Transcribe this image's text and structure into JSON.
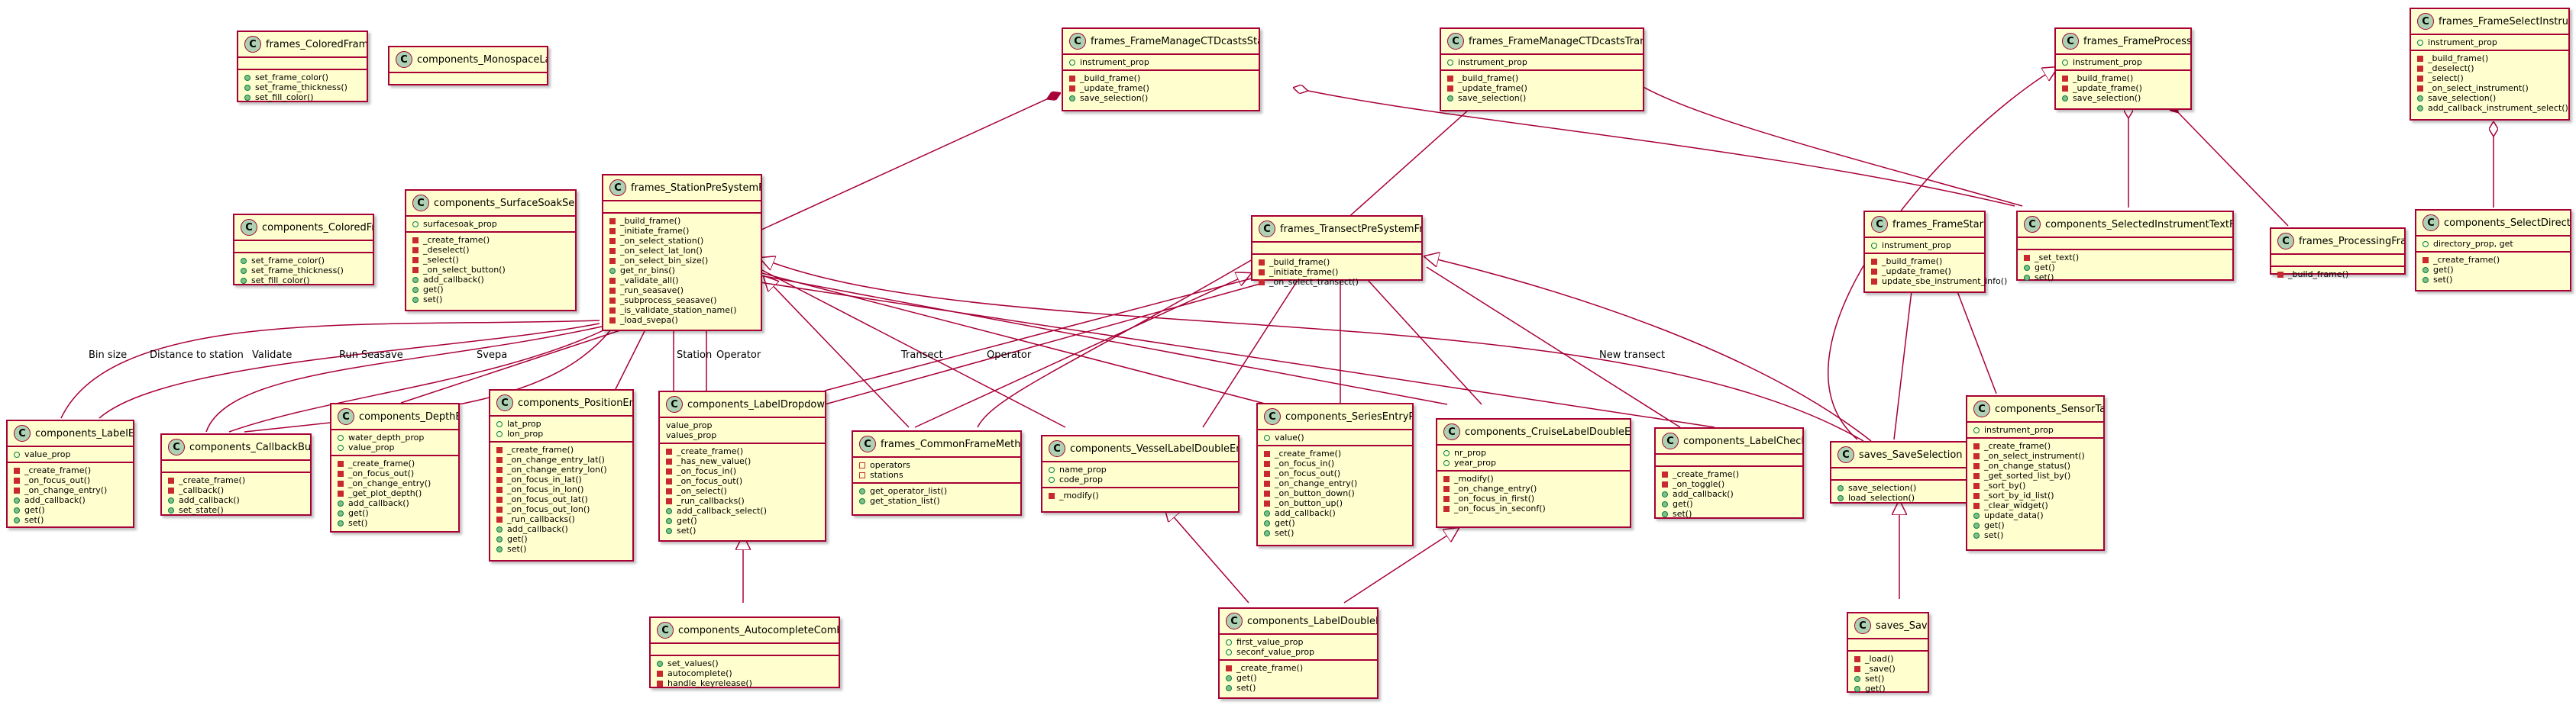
{
  "classes": {
    "colored_frame_top": {
      "name": "frames_ColoredFrame",
      "fields": [],
      "methods": [
        {
          "v": "pub",
          "t": "set_frame_color()"
        },
        {
          "v": "pub",
          "t": "set_frame_thickness()"
        },
        {
          "v": "pub",
          "t": "set_fill_color()"
        }
      ]
    },
    "monospace_label": {
      "name": "components_MonospaceLabel",
      "fields": [],
      "methods": []
    },
    "manage_station": {
      "name": "frames_FrameManageCTDcastsStation",
      "fields": [
        {
          "v": "pubo",
          "t": "instrument_prop"
        }
      ],
      "methods": [
        {
          "v": "priv",
          "t": "_build_frame()"
        },
        {
          "v": "priv",
          "t": "_update_frame()"
        },
        {
          "v": "pub",
          "t": "save_selection()"
        }
      ]
    },
    "manage_transect": {
      "name": "frames_FrameManageCTDcastsTransect",
      "fields": [
        {
          "v": "pubo",
          "t": "instrument_prop"
        }
      ],
      "methods": [
        {
          "v": "priv",
          "t": "_build_frame()"
        },
        {
          "v": "priv",
          "t": "_update_frame()"
        },
        {
          "v": "pub",
          "t": "save_selection()"
        }
      ]
    },
    "frame_processing": {
      "name": "frames_FrameProcessing",
      "fields": [
        {
          "v": "pubo",
          "t": "instrument_prop"
        }
      ],
      "methods": [
        {
          "v": "priv",
          "t": "_build_frame()"
        },
        {
          "v": "priv",
          "t": "_update_frame()"
        },
        {
          "v": "pub",
          "t": "save_selection()"
        }
      ]
    },
    "select_instrument": {
      "name": "frames_FrameSelectInstrument",
      "fields": [
        {
          "v": "pubo",
          "t": "instrument_prop"
        }
      ],
      "methods": [
        {
          "v": "priv",
          "t": "_build_frame()"
        },
        {
          "v": "priv",
          "t": "_deselect()"
        },
        {
          "v": "priv",
          "t": "_select()"
        },
        {
          "v": "priv",
          "t": "_on_select_instrument()"
        },
        {
          "v": "pub",
          "t": "save_selection()"
        },
        {
          "v": "pub",
          "t": "add_callback_instrument_select()"
        }
      ]
    },
    "surface_soak": {
      "name": "components_SurfaceSoakSelector",
      "fields": [
        {
          "v": "pubo",
          "t": "surfacesoak_prop"
        }
      ],
      "methods": [
        {
          "v": "priv",
          "t": "_create_frame()"
        },
        {
          "v": "priv",
          "t": "_deselect()"
        },
        {
          "v": "priv",
          "t": "_select()"
        },
        {
          "v": "priv",
          "t": "_on_select_button()"
        },
        {
          "v": "pub",
          "t": "add_callback()"
        },
        {
          "v": "pub",
          "t": "get()"
        },
        {
          "v": "pub",
          "t": "set()"
        }
      ]
    },
    "colored_frame_comp": {
      "name": "components_ColoredFrame",
      "fields": [],
      "methods": [
        {
          "v": "pub",
          "t": "set_frame_color()"
        },
        {
          "v": "pub",
          "t": "set_frame_thickness()"
        },
        {
          "v": "pub",
          "t": "set_fill_color()"
        }
      ]
    },
    "station_presystem": {
      "name": "frames_StationPreSystemFrame",
      "fields": [],
      "methods": [
        {
          "v": "priv",
          "t": "_build_frame()"
        },
        {
          "v": "priv",
          "t": "_initiate_frame()"
        },
        {
          "v": "priv",
          "t": "_on_select_station()"
        },
        {
          "v": "priv",
          "t": "_on_select_lat_lon()"
        },
        {
          "v": "priv",
          "t": "_on_select_bin_size()"
        },
        {
          "v": "pub",
          "t": "get_nr_bins()"
        },
        {
          "v": "priv",
          "t": "_validate_all()"
        },
        {
          "v": "priv",
          "t": "_run_seasave()"
        },
        {
          "v": "priv",
          "t": "_subprocess_seasave()"
        },
        {
          "v": "priv",
          "t": "_is_validate_station_name()"
        },
        {
          "v": "priv",
          "t": "_load_svepa()"
        }
      ]
    },
    "transect_presystem": {
      "name": "frames_TransectPreSystemFrame",
      "fields": [],
      "methods": [
        {
          "v": "priv",
          "t": "_build_frame()"
        },
        {
          "v": "priv",
          "t": "_initiate_frame()"
        },
        {
          "v": "priv",
          "t": "_on_select_transect()"
        }
      ]
    },
    "frame_startup": {
      "name": "frames_FrameStartUp",
      "fields": [
        {
          "v": "pubo",
          "t": "instrument_prop"
        }
      ],
      "methods": [
        {
          "v": "priv",
          "t": "_build_frame()"
        },
        {
          "v": "priv",
          "t": "_update_frame()"
        },
        {
          "v": "priv",
          "t": "update_sbe_instrument_info()"
        }
      ]
    },
    "selected_instrument_text": {
      "name": "components_SelectedInstrumentTextFrame",
      "fields": [],
      "methods": [
        {
          "v": "priv",
          "t": "_set_text()"
        },
        {
          "v": "pub",
          "t": "get()"
        },
        {
          "v": "pub",
          "t": "set()"
        }
      ]
    },
    "processing_frame": {
      "name": "frames_ProcessingFrame",
      "fields": [],
      "methods": [
        {
          "v": "priv",
          "t": "_build_frame()"
        }
      ]
    },
    "select_directory": {
      "name": "components_SelectDirectory",
      "fields": [
        {
          "v": "pubo",
          "t": "directory_prop, get"
        }
      ],
      "methods": [
        {
          "v": "priv",
          "t": "_create_frame()"
        },
        {
          "v": "pub",
          "t": "get()"
        },
        {
          "v": "pub",
          "t": "set()"
        }
      ]
    },
    "label_entry": {
      "name": "components_LabelEntry",
      "fields": [
        {
          "v": "pubo",
          "t": "value_prop"
        }
      ],
      "methods": [
        {
          "v": "priv",
          "t": "_create_frame()"
        },
        {
          "v": "priv",
          "t": "_on_focus_out()"
        },
        {
          "v": "priv",
          "t": "_on_change_entry()"
        },
        {
          "v": "pub",
          "t": "add_callback()"
        },
        {
          "v": "pub",
          "t": "get()"
        },
        {
          "v": "pub",
          "t": "set()"
        }
      ]
    },
    "callback_button": {
      "name": "components_CallbackButton",
      "fields": [],
      "methods": [
        {
          "v": "priv",
          "t": "_create_frame()"
        },
        {
          "v": "priv",
          "t": "_callback()"
        },
        {
          "v": "pub",
          "t": "add_callback()"
        },
        {
          "v": "pub",
          "t": "set_state()"
        }
      ]
    },
    "depth_entry": {
      "name": "components_DepthEntry",
      "fields": [
        {
          "v": "pubo",
          "t": "water_depth_prop"
        },
        {
          "v": "pubo",
          "t": "value_prop"
        }
      ],
      "methods": [
        {
          "v": "priv",
          "t": "_create_frame()"
        },
        {
          "v": "priv",
          "t": "_on_focus_out()"
        },
        {
          "v": "priv",
          "t": "_on_change_entry()"
        },
        {
          "v": "priv",
          "t": "_get_plot_depth()"
        },
        {
          "v": "pub",
          "t": "add_callback()"
        },
        {
          "v": "pub",
          "t": "get()"
        },
        {
          "v": "pub",
          "t": "set()"
        }
      ]
    },
    "position_entries": {
      "name": "components_PositionEntries",
      "fields": [
        {
          "v": "pubo",
          "t": "lat_prop"
        },
        {
          "v": "pubo",
          "t": "lon_prop"
        }
      ],
      "methods": [
        {
          "v": "priv",
          "t": "_create_frame()"
        },
        {
          "v": "priv",
          "t": "_on_change_entry_lat()"
        },
        {
          "v": "priv",
          "t": "_on_change_entry_lon()"
        },
        {
          "v": "priv",
          "t": "_on_focus_in_lat()"
        },
        {
          "v": "priv",
          "t": "_on_focus_in_lon()"
        },
        {
          "v": "priv",
          "t": "_on_focus_out_lat()"
        },
        {
          "v": "priv",
          "t": "_on_focus_out_lon()"
        },
        {
          "v": "priv",
          "t": "_run_callbacks()"
        },
        {
          "v": "pub",
          "t": "add_callback()"
        },
        {
          "v": "pub",
          "t": "get()"
        },
        {
          "v": "pub",
          "t": "set()"
        }
      ]
    },
    "label_dropdown": {
      "name": "components_LabelDropdownList",
      "fields": [
        {
          "v": "none",
          "t": "value_prop"
        },
        {
          "v": "none",
          "t": "values_prop"
        }
      ],
      "methods": [
        {
          "v": "priv",
          "t": "_create_frame()"
        },
        {
          "v": "priv",
          "t": "_has_new_value()"
        },
        {
          "v": "priv",
          "t": "_on_focus_in()"
        },
        {
          "v": "priv",
          "t": "_on_focus_out()"
        },
        {
          "v": "priv",
          "t": "_on_select()"
        },
        {
          "v": "priv",
          "t": "_run_callbacks()"
        },
        {
          "v": "pub",
          "t": "add_callback_select()"
        },
        {
          "v": "pub",
          "t": "get()"
        },
        {
          "v": "pub",
          "t": "set()"
        }
      ]
    },
    "common_methods": {
      "name": "frames_CommonFrameMethods",
      "fields": [
        {
          "v": "privo",
          "t": "operators"
        },
        {
          "v": "privo",
          "t": "stations"
        }
      ],
      "methods": [
        {
          "v": "pub",
          "t": "get_operator_list()"
        },
        {
          "v": "pub",
          "t": "get_station_list()"
        }
      ]
    },
    "vessel_label": {
      "name": "components_VesselLabelDoubleEntry",
      "fields": [
        {
          "v": "pubo",
          "t": "name_prop"
        },
        {
          "v": "pubo",
          "t": "code_prop"
        }
      ],
      "methods": [
        {
          "v": "priv",
          "t": "_modify()"
        }
      ]
    },
    "series_picker": {
      "name": "components_SeriesEntryPicker",
      "fields": [
        {
          "v": "pubo",
          "t": "value()"
        }
      ],
      "methods": [
        {
          "v": "priv",
          "t": "_create_frame()"
        },
        {
          "v": "priv",
          "t": "_on_focus_in()"
        },
        {
          "v": "priv",
          "t": "_on_focus_out()"
        },
        {
          "v": "priv",
          "t": "_on_change_entry()"
        },
        {
          "v": "priv",
          "t": "_on_button_down()"
        },
        {
          "v": "priv",
          "t": "_on_button_up()"
        },
        {
          "v": "pub",
          "t": "add_callback()"
        },
        {
          "v": "pub",
          "t": "get()"
        },
        {
          "v": "pub",
          "t": "set()"
        }
      ]
    },
    "cruise_label": {
      "name": "components_CruiseLabelDoubleEntry",
      "fields": [
        {
          "v": "pubo",
          "t": "nr_prop"
        },
        {
          "v": "pubo",
          "t": "year_prop"
        }
      ],
      "methods": [
        {
          "v": "priv",
          "t": "_modify()"
        },
        {
          "v": "priv",
          "t": "_on_change_entry()"
        },
        {
          "v": "priv",
          "t": "_on_focus_in_first()"
        },
        {
          "v": "priv",
          "t": "_on_focus_in_seconf()"
        }
      ]
    },
    "label_checkbox": {
      "name": "components_LabelCheckbox",
      "fields": [],
      "methods": [
        {
          "v": "priv",
          "t": "_create_frame()"
        },
        {
          "v": "priv",
          "t": "_on_toggle()"
        },
        {
          "v": "pub",
          "t": "add_callback()"
        },
        {
          "v": "pub",
          "t": "get()"
        },
        {
          "v": "pub",
          "t": "set()"
        }
      ]
    },
    "saves_selection": {
      "name": "saves_SaveSelection",
      "fields": [],
      "methods": [
        {
          "v": "pub",
          "t": "save_selection()"
        },
        {
          "v": "pub",
          "t": "load_selection()"
        }
      ]
    },
    "sensor_table": {
      "name": "components_SensorTable",
      "fields": [
        {
          "v": "pubo",
          "t": "instrument_prop"
        }
      ],
      "methods": [
        {
          "v": "priv",
          "t": "_create_frame()"
        },
        {
          "v": "priv",
          "t": "_on_select_instrument()"
        },
        {
          "v": "priv",
          "t": "_on_change_status()"
        },
        {
          "v": "priv",
          "t": "_get_sorted_list_by()"
        },
        {
          "v": "priv",
          "t": "_sort_by()"
        },
        {
          "v": "priv",
          "t": "_sort_by_id_list()"
        },
        {
          "v": "priv",
          "t": "_clear_widget()"
        },
        {
          "v": "pub",
          "t": "update_data()"
        },
        {
          "v": "pub",
          "t": "get()"
        },
        {
          "v": "pub",
          "t": "set()"
        }
      ]
    },
    "autocomplete": {
      "name": "components_AutocompleteCombobox",
      "fields": [],
      "methods": [
        {
          "v": "pub",
          "t": "set_values()"
        },
        {
          "v": "priv",
          "t": "autocomplete()"
        },
        {
          "v": "priv",
          "t": "handle_keyrelease()"
        }
      ]
    },
    "label_double": {
      "name": "components_LabelDoubleEntry",
      "fields": [
        {
          "v": "pubo",
          "t": "first_value_prop"
        },
        {
          "v": "pubo",
          "t": "seconf_value_prop"
        }
      ],
      "methods": [
        {
          "v": "priv",
          "t": "_create_frame()"
        },
        {
          "v": "pub",
          "t": "get()"
        },
        {
          "v": "pub",
          "t": "set()"
        }
      ]
    },
    "saves_saves": {
      "name": "saves_Saves",
      "fields": [],
      "methods": [
        {
          "v": "priv",
          "t": "_load()"
        },
        {
          "v": "priv",
          "t": "_save()"
        },
        {
          "v": "pub",
          "t": "set()"
        },
        {
          "v": "pub",
          "t": "get()"
        }
      ]
    }
  },
  "edge_labels": {
    "bin_size": "Bin size",
    "distance": "Distance to station",
    "validate": "Validate",
    "run_seasave": "Run Seasave",
    "svepa": "Svepa",
    "station": "Station",
    "operator_a": "Operator",
    "transect": "Transect",
    "operator_b": "Operator",
    "new_transect": "New transect"
  },
  "colors": {
    "class_fill": "#FEFECE",
    "border": "#A80036",
    "icon_fill": "#ADD1B2",
    "public": "#84BE84",
    "private": "#C82930"
  }
}
